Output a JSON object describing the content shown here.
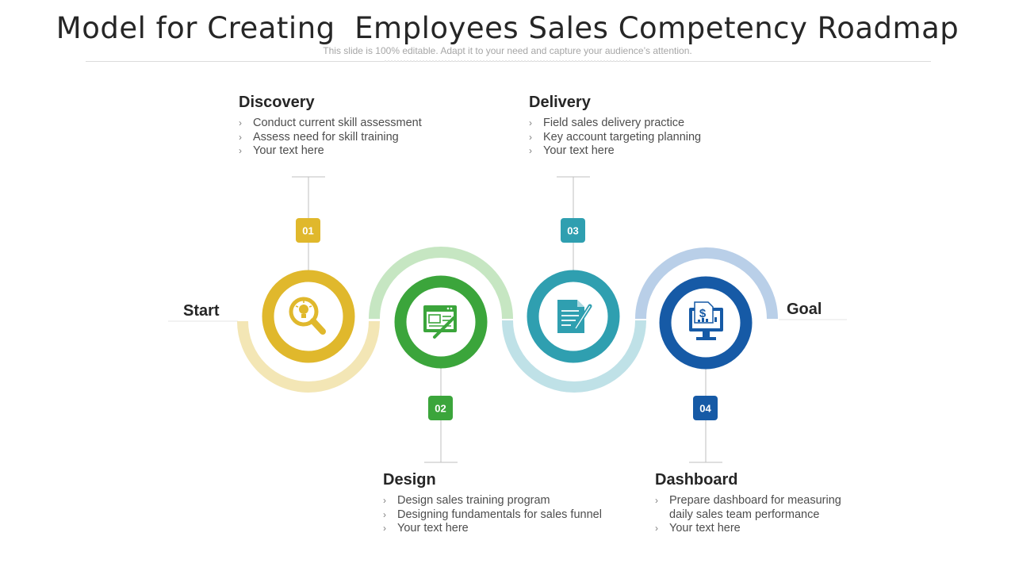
{
  "title": "Model for Creating  Employees Sales Competency Roadmap",
  "subtitle": "This slide is 100% editable. Adapt it to your need and capture your audience’s attention.",
  "start_label": "Start",
  "goal_label": "Goal",
  "steps": [
    {
      "number": "01",
      "heading": "Discovery",
      "color": "#E0B82C",
      "light_color": "#F3E6B5",
      "icon": "magnifier-lightbulb-icon",
      "bullets": [
        "Conduct current skill assessment",
        "Assess need for skill training",
        "Your text here"
      ]
    },
    {
      "number": "02",
      "heading": "Design",
      "color": "#3BA53B",
      "light_color": "#C6E6C2",
      "icon": "design-board-pen-icon",
      "bullets": [
        "Design sales training program",
        "Designing fundamentals for sales funnel",
        "Your text here"
      ]
    },
    {
      "number": "03",
      "heading": "Delivery",
      "color": "#2F9FB0",
      "light_color": "#BFE1E7",
      "icon": "document-pen-icon",
      "bullets": [
        "Field sales delivery practice",
        "Key account targeting planning",
        "Your text here"
      ]
    },
    {
      "number": "04",
      "heading": "Dashboard",
      "color": "#165AA6",
      "light_color": "#B9CFE8",
      "icon": "monitor-dollar-chart-icon",
      "bullets": [
        "Prepare dashboard for measuring daily sales team performance",
        "Your text here"
      ]
    }
  ]
}
